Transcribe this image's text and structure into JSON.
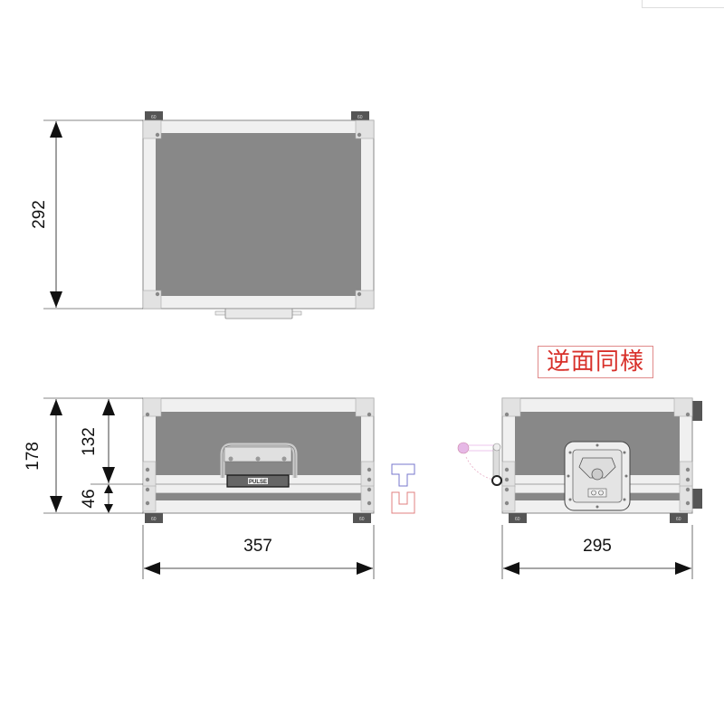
{
  "dimensions": {
    "depth": "292",
    "height_total": "178",
    "height_body": "132",
    "height_lid": "46",
    "width": "357",
    "side_width": "295"
  },
  "note": "逆面同様",
  "foot_label": "60",
  "handle_logo": "PULSE",
  "colors": {
    "panel": "#888888",
    "frame": "#f0f0f0",
    "corner": "#e4e4e4",
    "foot": "#555555",
    "note": "#d8302a",
    "t_profile": "#7777cc",
    "u_profile": "#e08080"
  }
}
